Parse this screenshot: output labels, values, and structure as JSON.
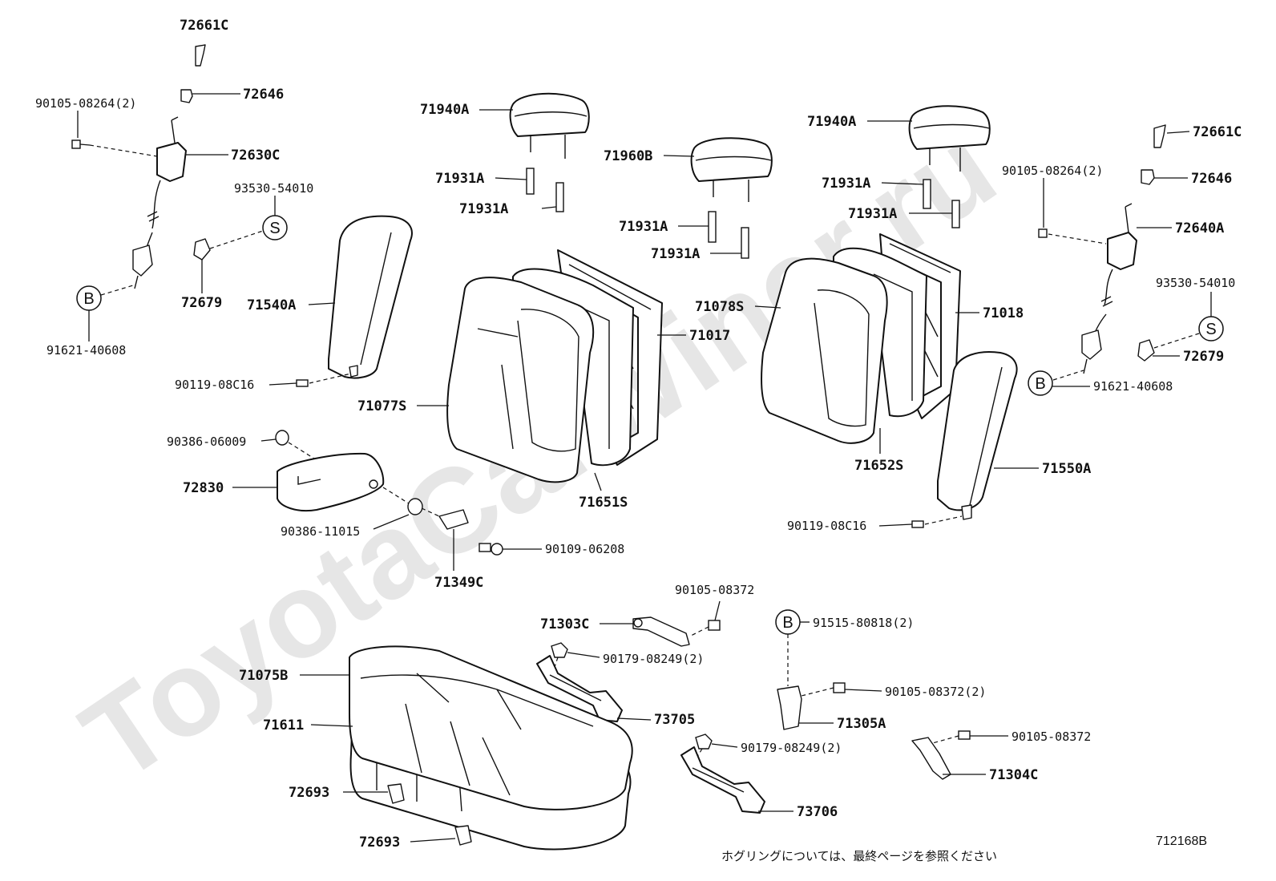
{
  "watermark": "ToyotaCarWiner.ru",
  "diagram_id": "712168B",
  "footnote": "ホグリングについては、最終ページを参照ください",
  "callouts": {
    "B": "B",
    "S": "S"
  },
  "labels": {
    "p72661c_left": "72661C",
    "p72646_left": "72646",
    "p90105_08264_left": "90105-08264(2)",
    "p72630c": "72630C",
    "p93530_54010_left": "93530-54010",
    "p72679_left": "72679",
    "p91621_40608_left": "91621-40608",
    "p71540a": "71540A",
    "p90119_08c16_left": "90119-08C16",
    "p71940a_left": "71940A",
    "p71931a_1": "71931A",
    "p71931a_2": "71931A",
    "p71960b": "71960B",
    "p71931a_3": "71931A",
    "p71931a_4": "71931A",
    "p71077s": "71077S",
    "p71017": "71017",
    "p71651s": "71651S",
    "p90386_06009": "90386-06009",
    "p72830": "72830",
    "p90386_11015": "90386-11015",
    "p90109_06208": "90109-06208",
    "p71349c": "71349C",
    "p71940a_right": "71940A",
    "p71931a_5": "71931A",
    "p71931a_6": "71931A",
    "p71078s": "71078S",
    "p71018": "71018",
    "p71652s": "71652S",
    "p72661c_right": "72661C",
    "p90105_08264_right": "90105-08264(2)",
    "p72646_right": "72646",
    "p72640a": "72640A",
    "p93530_54010_right": "93530-54010",
    "p72679_right": "72679",
    "p91621_40608_right": "91621-40608",
    "p71550a": "71550A",
    "p90119_08c16_right": "90119-08C16",
    "p90105_08372_a": "90105-08372",
    "p71303c": "71303C",
    "p90179_08249_a": "90179-08249(2)",
    "p73705": "73705",
    "p91515_80818": "91515-80818(2)",
    "p90105_08372_b": "90105-08372(2)",
    "p71305a": "71305A",
    "p90105_08372_c": "90105-08372",
    "p71304c": "71304C",
    "p90179_08249_b": "90179-08249(2)",
    "p73706": "73706",
    "p71075b": "71075B",
    "p71611": "71611",
    "p72693_a": "72693",
    "p72693_b": "72693"
  }
}
